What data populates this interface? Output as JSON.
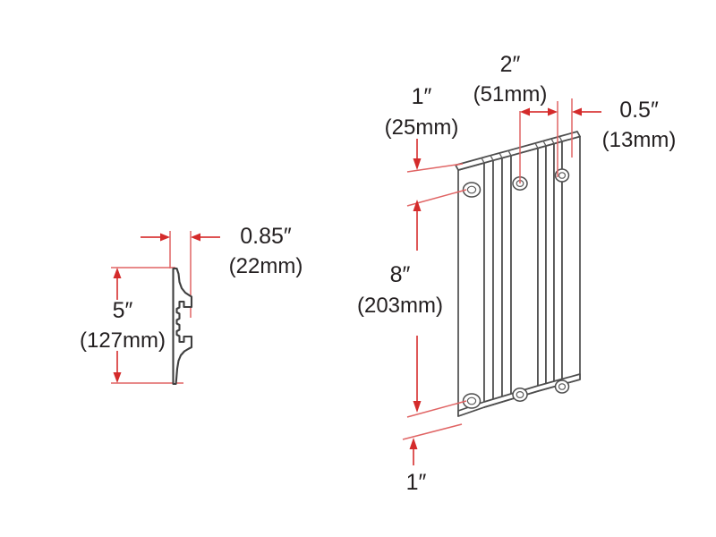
{
  "drawing": {
    "title": "Wall bracket dimensional drawing",
    "background_color": "#ffffff",
    "dimension_color": "#d42b2b",
    "outline_color": "#4d4d4d",
    "text_color": "#231f20",
    "views": [
      {
        "name": "cross-section-profile",
        "description": "Left side extruded profile cross section"
      },
      {
        "name": "isometric-bracket",
        "description": "Right side isometric view of wall bracket with mounting holes"
      }
    ]
  },
  "dimensions": {
    "profile_width": {
      "inches": "0.85″",
      "metric": "(22mm)"
    },
    "profile_height": {
      "inches": "5″",
      "metric": "(127mm)"
    },
    "top_offset": {
      "inches": "1″",
      "metric": "(25mm)"
    },
    "hole_spacing": {
      "inches": "2″",
      "metric": "(51mm)"
    },
    "edge_offset": {
      "inches": "0.5″",
      "metric": "(13mm)"
    },
    "bracket_height": {
      "inches": "8″",
      "metric": "(203mm)"
    },
    "bottom_offset": {
      "inches": "1″",
      "metric": ""
    }
  }
}
